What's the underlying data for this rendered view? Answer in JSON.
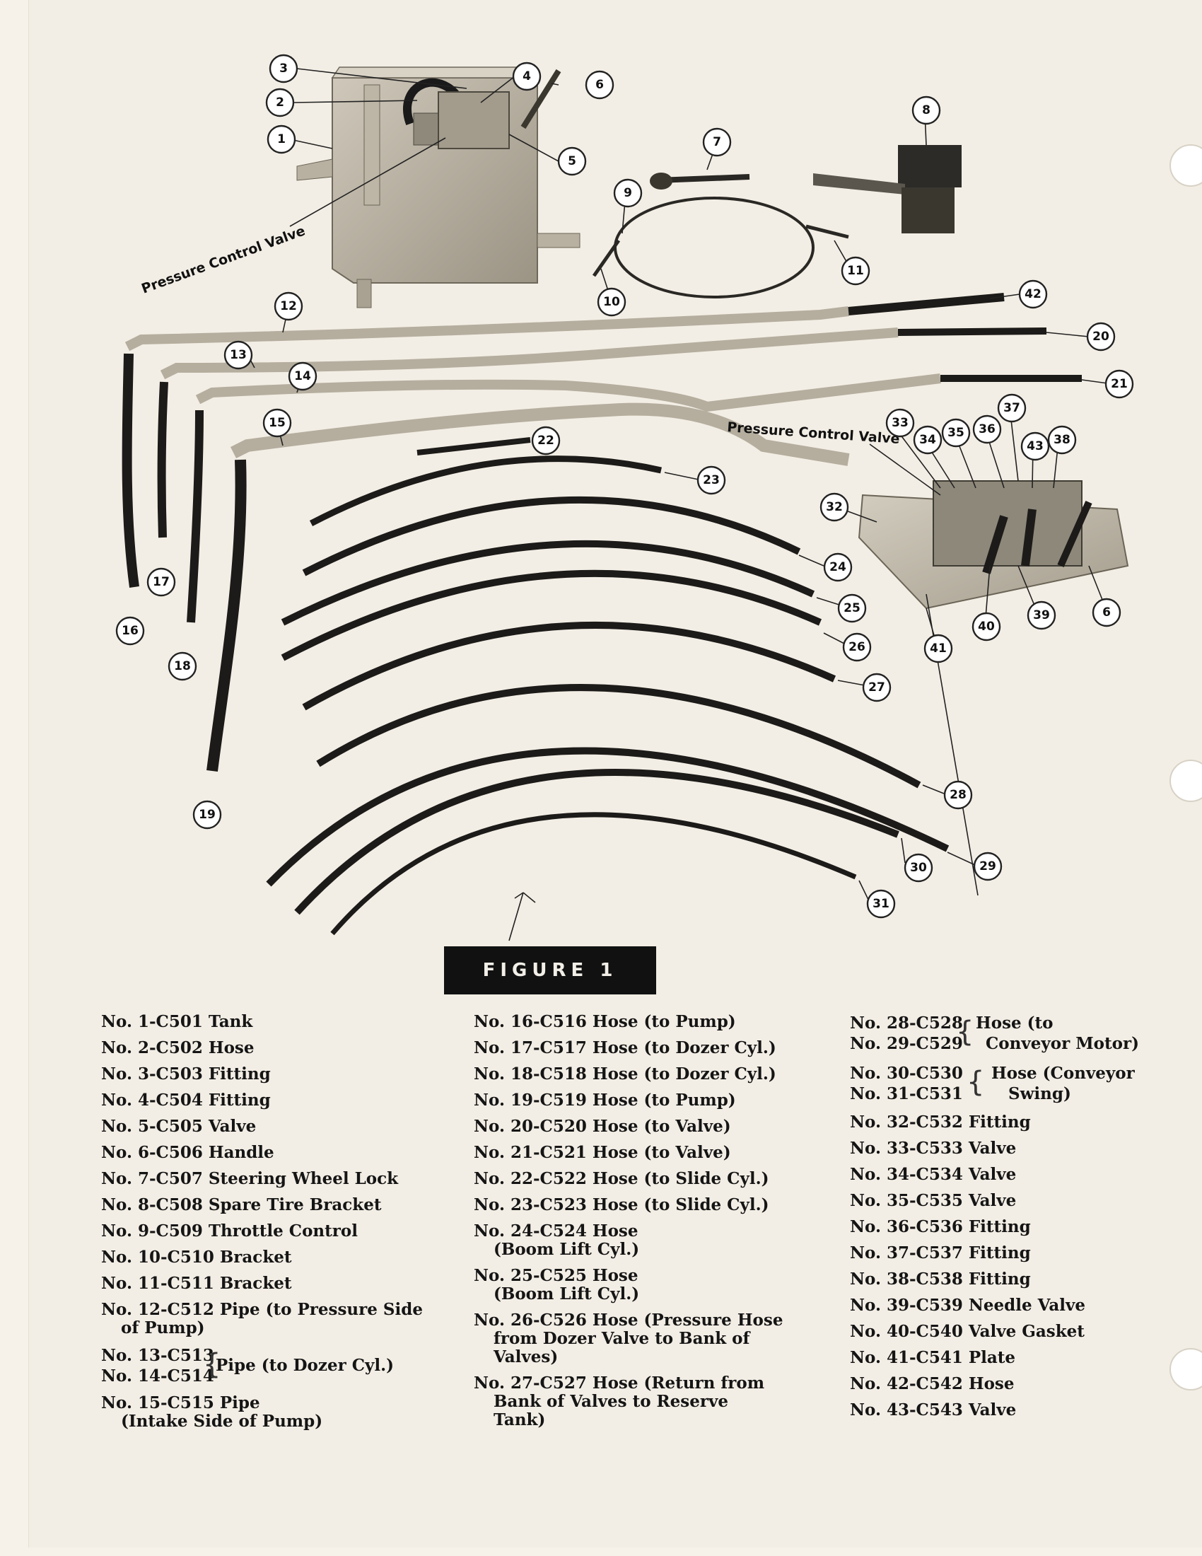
{
  "figure": {
    "label": "FIGURE 1",
    "pressure_control_valve_labels": [
      "Pressure Control Valve",
      "Pressure Control Valve"
    ],
    "callouts": [
      "1",
      "2",
      "3",
      "4",
      "5",
      "6",
      "7",
      "8",
      "9",
      "10",
      "11",
      "12",
      "13",
      "14",
      "15",
      "16",
      "17",
      "18",
      "19",
      "20",
      "21",
      "22",
      "23",
      "24",
      "25",
      "26",
      "27",
      "28",
      "29",
      "30",
      "31",
      "32",
      "33",
      "34",
      "35",
      "36",
      "37",
      "38",
      "39",
      "40",
      "41",
      "42",
      "43",
      "6"
    ]
  },
  "legend": {
    "col1": [
      {
        "text": "No. 1-C501 Tank"
      },
      {
        "text": "No. 2-C502 Hose"
      },
      {
        "text": "No. 3-C503 Fitting"
      },
      {
        "text": "No. 4-C504 Fitting"
      },
      {
        "text": "No. 5-C505 Valve"
      },
      {
        "text": "No. 6-C506 Handle"
      },
      {
        "text": "No. 7-C507 Steering Wheel Lock"
      },
      {
        "text": "No. 8-C508 Spare Tire Bracket"
      },
      {
        "text": "No. 9-C509 Throttle Control"
      },
      {
        "text": "No. 10-C510 Bracket"
      },
      {
        "text": "No. 11-C511 Bracket"
      },
      {
        "text": "No. 12-C512 Pipe (to Pressure Side",
        "cont": "of Pump)"
      }
    ],
    "col1_group": {
      "nums": [
        "No. 13-C513",
        "No. 14-C514"
      ],
      "label": "Pipe (to Dozer Cyl.)"
    },
    "col1_tail": [
      {
        "text": "No. 15-C515 Pipe",
        "cont": "(Intake Side of Pump)"
      }
    ],
    "col2": [
      {
        "text": "No. 16-C516 Hose (to Pump)"
      },
      {
        "text": "No. 17-C517 Hose (to Dozer Cyl.)"
      },
      {
        "text": "No. 18-C518 Hose (to Dozer Cyl.)"
      },
      {
        "text": "No. 19-C519 Hose (to Pump)"
      },
      {
        "text": "No. 20-C520 Hose (to Valve)"
      },
      {
        "text": "No. 21-C521 Hose (to Valve)"
      },
      {
        "text": "No. 22-C522 Hose (to Slide Cyl.)"
      },
      {
        "text": "No. 23-C523 Hose (to Slide Cyl.)"
      },
      {
        "text": "No. 24-C524 Hose",
        "cont": "(Boom Lift Cyl.)"
      },
      {
        "text": "No. 25-C525 Hose",
        "cont": "(Boom Lift Cyl.)"
      },
      {
        "text": "No. 26-C526 Hose (Pressure Hose",
        "cont": "from Dozer Valve to Bank of",
        "cont2": "Valves)"
      },
      {
        "text": "No. 27-C527 Hose (Return from",
        "cont": "Bank of Valves to Reserve",
        "cont2": "Tank)"
      }
    ],
    "col3_group1": {
      "nums": [
        "No. 28-C528",
        "No. 29-C529"
      ],
      "label1": "Hose (to",
      "label2": "Conveyor Motor)"
    },
    "col3_group2": {
      "nums": [
        "No. 30-C530",
        "No. 31-C531"
      ],
      "label1": "Hose (Conveyor",
      "label2": "Swing)"
    },
    "col3": [
      {
        "text": "No. 32-C532 Fitting"
      },
      {
        "text": "No. 33-C533 Valve"
      },
      {
        "text": "No. 34-C534 Valve"
      },
      {
        "text": "No. 35-C535 Valve"
      },
      {
        "text": "No. 36-C536 Fitting"
      },
      {
        "text": "No. 37-C537 Fitting"
      },
      {
        "text": "No. 38-C538 Fitting"
      },
      {
        "text": "No. 39-C539 Needle Valve"
      },
      {
        "text": "No. 40-C540 Valve Gasket"
      },
      {
        "text": "No. 41-C541 Plate"
      },
      {
        "text": "No. 42-C542 Hose"
      },
      {
        "text": "No. 43-C543 Valve"
      }
    ]
  }
}
